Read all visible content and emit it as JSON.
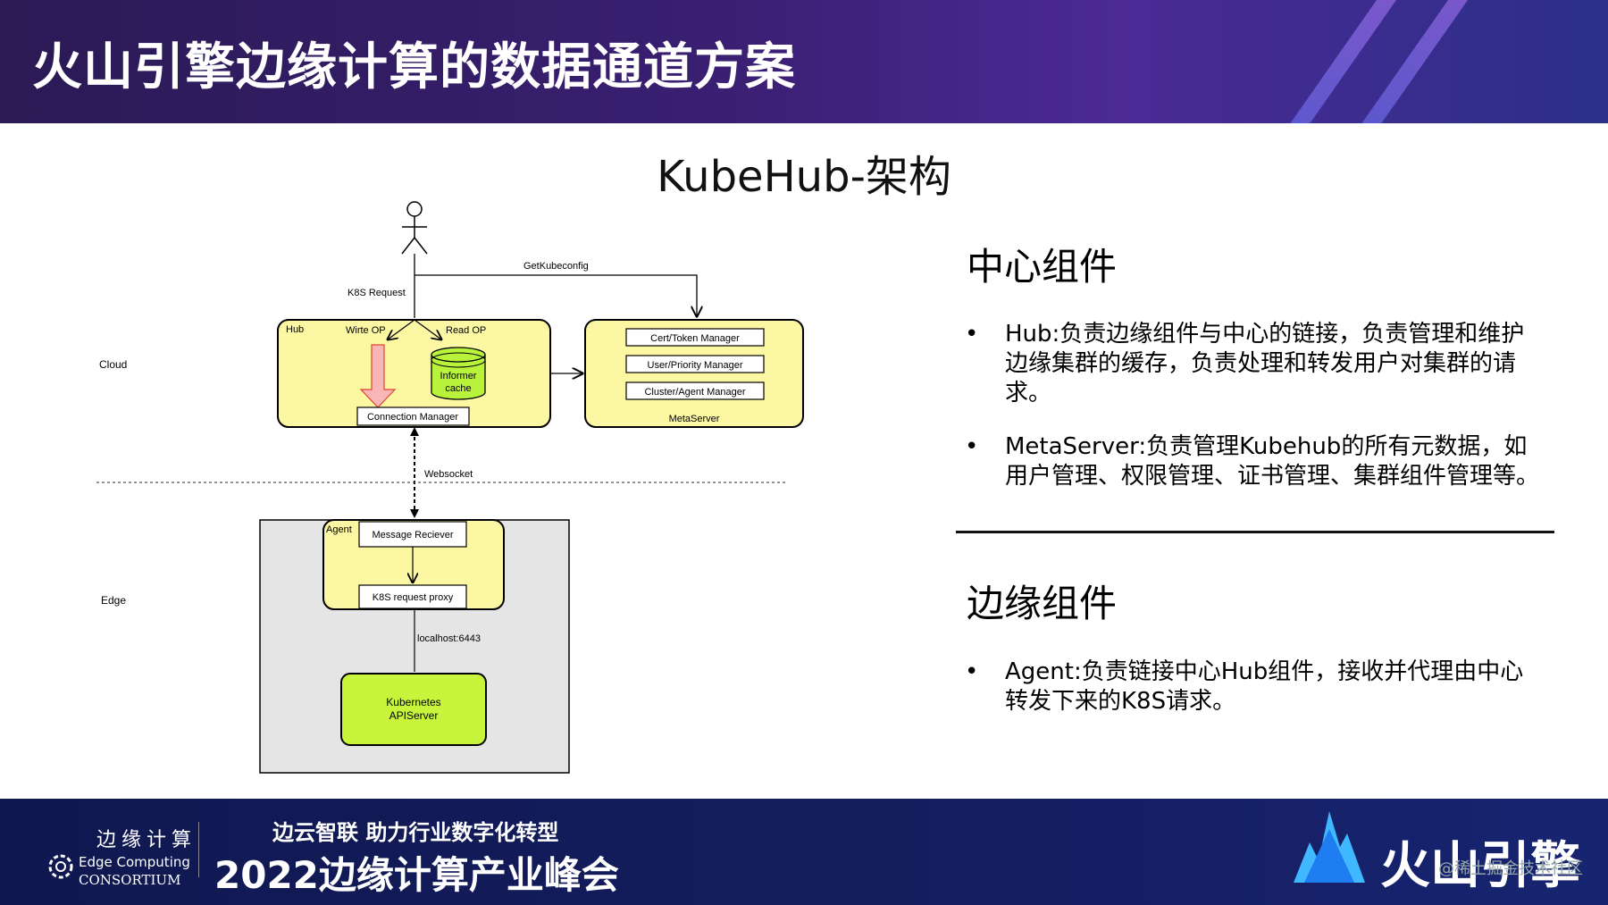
{
  "header": {
    "title": "火山引擎边缘计算的数据通道方案"
  },
  "slide": {
    "title": "KubeHub-架构"
  },
  "diagram": {
    "cloud_label": "Cloud",
    "edge_label": "Edge",
    "k8s_request": "K8S Request",
    "get_kubeconfig": "GetKubeconfig",
    "hub": {
      "label": "Hub",
      "write_op": "Wirte OP",
      "read_op": "Read OP",
      "informer": "Informer\ncache",
      "informer_line1": "Informer",
      "informer_line2": "cache",
      "connection_manager": "Connection Manager"
    },
    "metaserver": {
      "label": "MetaServer",
      "items": [
        "Cert/Token Manager",
        "User/Priority Manager",
        "Cluster/Agent Manager"
      ]
    },
    "websocket": "Websocket",
    "agent": {
      "label": "Agent",
      "message_receiver": "Message Reciever",
      "k8s_proxy": "K8S request proxy"
    },
    "localhost": "localhost:6443",
    "apiserver_line1": "Kubernetes",
    "apiserver_line2": "APIServer"
  },
  "center": {
    "heading": "中心组件",
    "bullets": [
      "Hub:负责边缘组件与中心的链接，负责管理和维护边缘集群的缓存，负责处理和转发用户对集群的请求。",
      "MetaServer:负责管理Kubehub的所有元数据，如用户管理、权限管理、证书管理、集群组件管理等。"
    ]
  },
  "edge": {
    "heading": "边缘组件",
    "bullets": [
      "Agent:负责链接中心Hub组件，接收并代理由中心转发下来的K8S请求。"
    ]
  },
  "footer": {
    "org_cn": "边缘计算",
    "org_en1": "Edge Computing",
    "org_en2": "CONSORTIUM",
    "slogan": "边云智联  助力行业数字化转型",
    "summit": "2022边缘计算产业峰会",
    "brand": "火山引擎",
    "watermark": "@稀土掘金技术社区"
  },
  "colors": {
    "box_fill": "#fbf7a3",
    "informer_fill": "#b8f23a",
    "apiserver_fill": "#c8f53c",
    "edge_bg": "#e5e5e5"
  }
}
